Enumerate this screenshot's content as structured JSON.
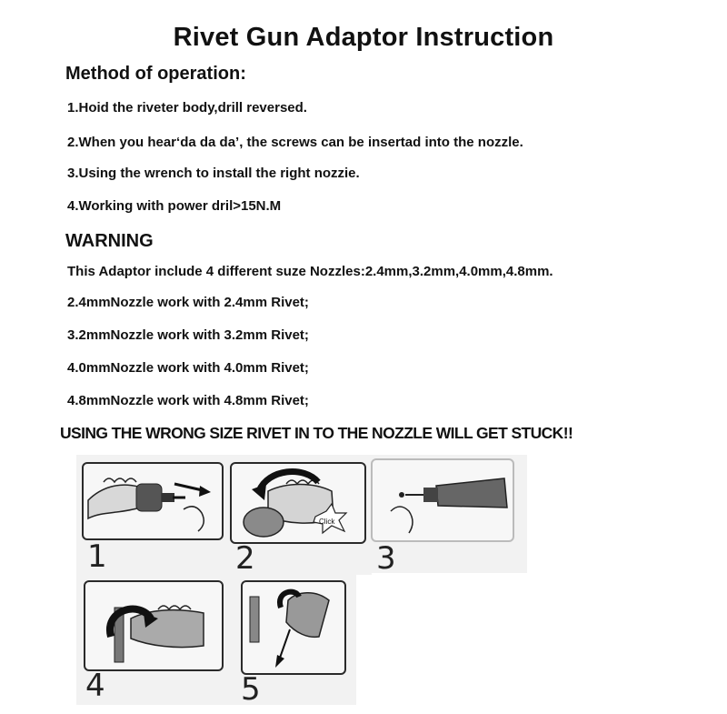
{
  "title": "Rivet Gun Adaptor Instruction",
  "method": {
    "heading": "Method of operation:",
    "steps": [
      "1.Hoid the riveter body,drill reversed.",
      "2.When you hear‘da da da’,  the screws can be insertad into the nozzle.",
      "3.Using the wrench to install the right nozzie.",
      "4.Working with power dril>15N.M"
    ]
  },
  "warning": {
    "heading": "WARNING",
    "lines": [
      "This Adaptor include 4 different suze Nozzles:2.4mm,3.2mm,4.0mm,4.8mm.",
      "2.4mmNozzle work with 2.4mm Rivet;",
      "3.2mmNozzle work with 3.2mm Rivet;",
      "4.0mmNozzle work with 4.0mm Rivet;",
      "4.8mmNozzle work with 4.8mm Rivet;"
    ],
    "alert": "USING THE WRONG SIZE RIVET IN TO THE NOZZLE WILL GET STUCK!!"
  },
  "figures": {
    "panels": [
      {
        "number": "1"
      },
      {
        "number": "2",
        "callout": "Click"
      },
      {
        "number": "3"
      },
      {
        "number": "4"
      },
      {
        "number": "5"
      }
    ]
  }
}
